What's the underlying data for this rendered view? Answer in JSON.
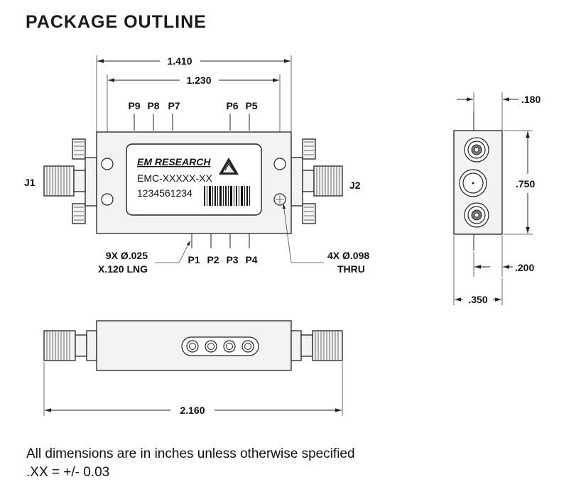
{
  "title": "PACKAGE OUTLINE",
  "top_view": {
    "dim_overall_width": "1.410",
    "dim_hole_spacing": "1.230",
    "pins_top": [
      "P9",
      "P8",
      "P7",
      "P6",
      "P5"
    ],
    "pins_bottom": [
      "P1",
      "P2",
      "P3",
      "P4"
    ],
    "connector_left": "J1",
    "connector_right": "J2",
    "label": {
      "company": "EM RESEARCH",
      "part_number": "EMC-XXXXX-XX",
      "serial": "1234561234"
    },
    "callout_pins": [
      "9X Ø.025",
      "X.120 LNG"
    ],
    "callout_holes": [
      "4X Ø.098",
      "THRU"
    ]
  },
  "side_view": {
    "dim_flange": ".180",
    "dim_height": ".750",
    "dim_pin": ".200",
    "dim_depth": ".350"
  },
  "front_view": {
    "dim_overall_length": "2.160"
  },
  "notes": [
    "All dimensions are in inches unless otherwise specified",
    ".XX = +/- 0.03"
  ],
  "colors": {
    "ink": "#222222",
    "body_fill": "#f3f3f3",
    "background": "#ffffff"
  }
}
